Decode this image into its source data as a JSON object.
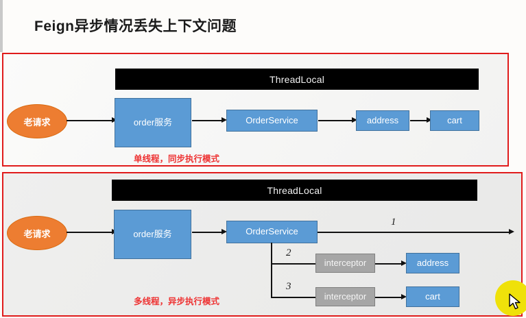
{
  "page": {
    "title": "Feign异步情况丢失上下文问题"
  },
  "panels": [
    {
      "id": "sync",
      "threadlocal_label": "ThreadLocal",
      "caption": "单线程，同步执行模式",
      "entry_label": "老请求",
      "nodes": [
        {
          "label": "order服务",
          "kind": "blue"
        },
        {
          "label": "OrderService",
          "kind": "blue"
        },
        {
          "label": "address",
          "kind": "blue"
        },
        {
          "label": "cart",
          "kind": "blue"
        }
      ]
    },
    {
      "id": "async",
      "threadlocal_label": "ThreadLocal",
      "caption": "多线程，异步执行模式",
      "entry_label": "老请求",
      "nodes": [
        {
          "label": "order服务",
          "kind": "blue"
        },
        {
          "label": "OrderService",
          "kind": "blue"
        },
        {
          "label": "interceptor",
          "kind": "gray"
        },
        {
          "label": "address",
          "kind": "blue"
        },
        {
          "label": "interceptor",
          "kind": "gray"
        },
        {
          "label": "cart",
          "kind": "blue"
        }
      ],
      "branch_numbers": [
        "1",
        "2",
        "3"
      ]
    }
  ],
  "colors": {
    "frame_red": "#e01b1b",
    "node_blue": "#5b9bd5",
    "node_gray": "#a6a6a6",
    "entry_orange": "#ed7d31",
    "threadlocal_black": "#000000",
    "caption_red": "#ee3333",
    "cursor_halo_yellow": "#efe10a"
  }
}
